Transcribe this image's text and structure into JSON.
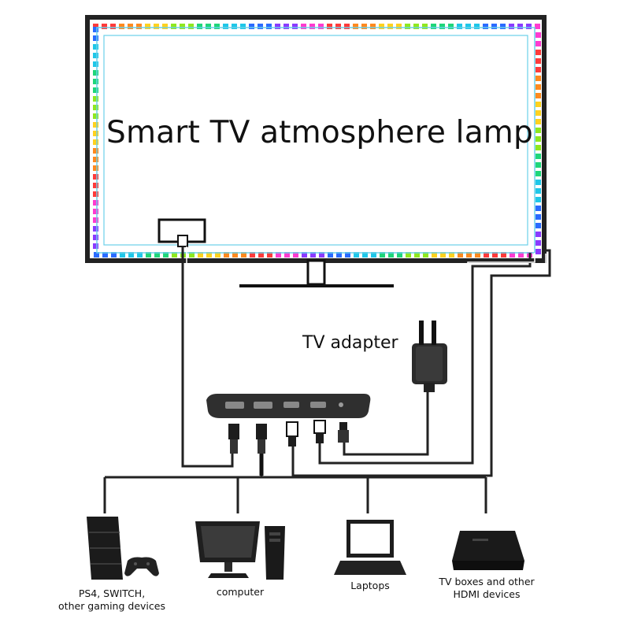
{
  "diagram": {
    "title": "Smart TV atmosphere lamp",
    "adapter_label": "TV adapter",
    "devices": [
      {
        "icon": "game-console-icon",
        "label_line1": "PS4, SWITCH,",
        "label_line2": "other gaming devices"
      },
      {
        "icon": "desktop-computer-icon",
        "label_line1": "computer",
        "label_line2": ""
      },
      {
        "icon": "laptop-icon",
        "label_line1": "Laptops",
        "label_line2": ""
      },
      {
        "icon": "tv-box-icon",
        "label_line1": "TV boxes and other",
        "label_line2": "HDMI devices"
      }
    ],
    "led_colors": [
      "#ff3b3b",
      "#ff8a1f",
      "#ffd21f",
      "#8fe81f",
      "#1fd67a",
      "#1fc7e8",
      "#2a6bff",
      "#8a3bff",
      "#ff3bd0"
    ]
  }
}
